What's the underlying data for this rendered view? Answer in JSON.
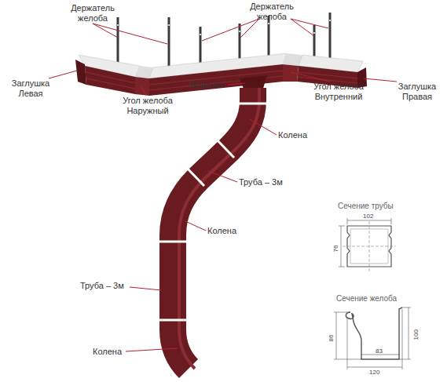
{
  "diagram": {
    "labels": [
      "Держатель желоба",
      "Держатель желоба",
      "Заглушка Левая",
      "Угол желоба Наружный",
      "Воронка",
      "Угол желоба Внутренний",
      "Заглушка Правая",
      "Колена",
      "Труба – 3м",
      "Колена",
      "Сечение трубы",
      "102",
      "76",
      "Труба – 3м",
      "Сечение желоба",
      "86",
      "100",
      "83",
      "120",
      "Колена"
    ]
  }
}
